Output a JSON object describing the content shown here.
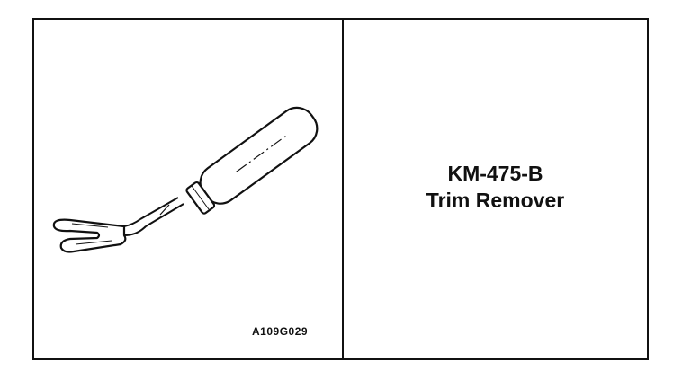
{
  "figure": {
    "code": "A109G029"
  },
  "tool": {
    "number": "KM-475-B",
    "name": "Trim Remover"
  },
  "icons": {
    "illustration": "trim-remover-tool-icon"
  }
}
